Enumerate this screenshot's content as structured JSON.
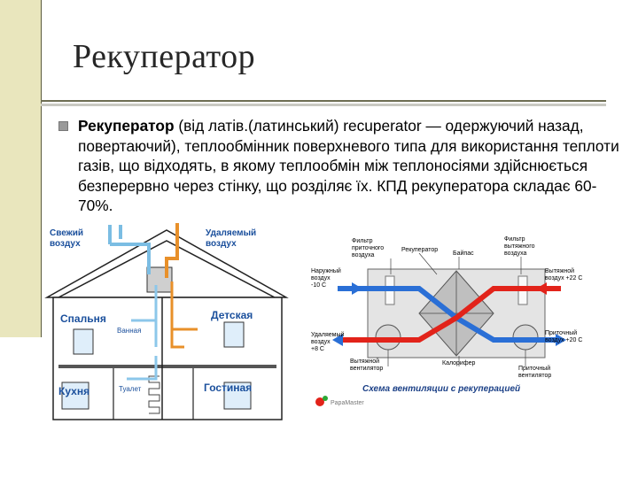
{
  "slide": {
    "title": "Рекуператор",
    "bullet": {
      "term": "Рекуператор",
      "text": " (від латів.(латинський) recuperator — одержуючий назад, повертаючий), теплообмінник поверхневого типа для використання теплоти газів, що відходять, в якому теплообмін між теплоносіями здійснюється безперервно через стінку, що розділяє їх.  КПД рекуператора складає 60-70%."
    }
  },
  "house_figure": {
    "fresh_air_line1": "Свежий",
    "fresh_air_line2": "воздух",
    "exhaust_air_line1": "Удаляемый",
    "exhaust_air_line2": "воздух",
    "bedroom": "Спальня",
    "kids_room": "Детская",
    "bathroom": "Ванная",
    "kitchen": "Кухня",
    "toilet": "Туалет",
    "living_room": "Гостиная"
  },
  "scheme_figure": {
    "supply_filter_line1": "Фильтр",
    "supply_filter_line2": "приточного",
    "supply_filter_line3": "воздуха",
    "recuperator": "Рекуператор",
    "bypass": "Байпас",
    "exhaust_filter_line1": "Фильтр",
    "exhaust_filter_line2": "вытяжного",
    "exhaust_filter_line3": "воздуха",
    "outdoor_line1": "Наружный",
    "outdoor_line2": "воздух",
    "outdoor_line3": "-10 С",
    "extract_line1": "Вытяжной",
    "extract_line2": "воздух +22 С",
    "removed_line1": "Удаляемый",
    "removed_line2": "воздух",
    "removed_line3": "+8 С",
    "supply_air_line1": "Приточный",
    "supply_air_line2": "воздух +20 С",
    "exhaust_fan_line1": "Вытяжной",
    "exhaust_fan_line2": "вентилятор",
    "heater": "Калорифер",
    "supply_fan_line1": "Приточный",
    "supply_fan_line2": "вентилятор",
    "caption": "Схема вентиляции с рекуперацией",
    "watermark": "PapaMaster"
  },
  "colors": {
    "band": "#e9e6bd",
    "cold_air": "#2a6fd6",
    "warm_air": "#e2231a",
    "duct": "#e8902a"
  }
}
